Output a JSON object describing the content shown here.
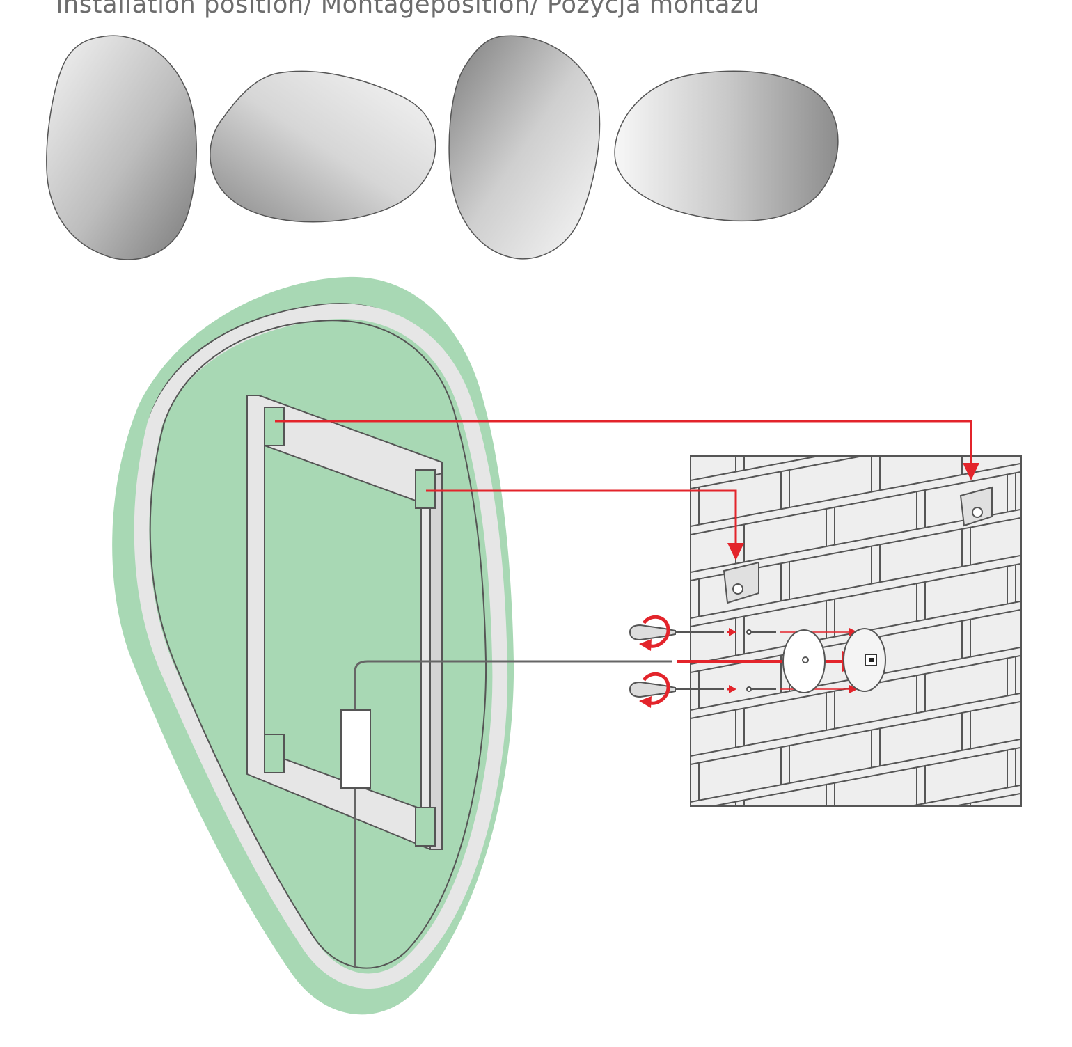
{
  "title": "Installation position/ Montageposition/ Pozycja montażu",
  "colors": {
    "accent_red": "#e3242b",
    "mirror_green": "#a8d8b4",
    "frame_gray": "#e6e6e6",
    "wall_gray": "#eeeeee",
    "title_gray": "#6d6d6d"
  },
  "icons": [
    "mirror-shape-1",
    "mirror-shape-2",
    "mirror-shape-3",
    "mirror-shape-4",
    "mirror-back-view",
    "mounting-frame",
    "led-driver-box",
    "brick-wall",
    "wall-bracket",
    "screwdriver-icon",
    "rotate-arrow-icon",
    "junction-box-cover",
    "junction-box"
  ]
}
